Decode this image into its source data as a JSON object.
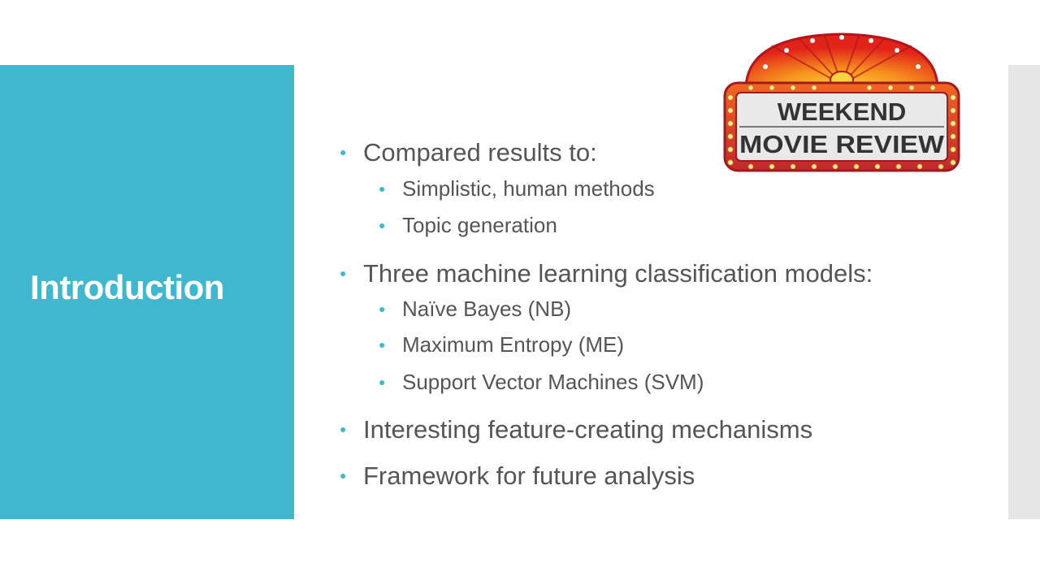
{
  "slide": {
    "title": "Introduction",
    "logo_text": [
      "WEEKEND",
      "MOVIE REVIEW"
    ],
    "bullets": [
      {
        "text": "Compared results to:",
        "level": 1
      },
      {
        "text": "Simplistic, human methods",
        "level": 2
      },
      {
        "text": "Topic generation",
        "level": 2
      },
      {
        "text": "Three machine learning classification models:",
        "level": 1
      },
      {
        "text": "Naïve Bayes (NB)",
        "level": 2
      },
      {
        "text": "Maximum Entropy (ME)",
        "level": 2
      },
      {
        "text": "Support Vector Machines (SVM)",
        "level": 2
      },
      {
        "text": "Interesting feature-creating mechanisms",
        "level": 1
      },
      {
        "text": "Framework for future analysis",
        "level": 1
      }
    ]
  },
  "colors": {
    "accent": "#3fb7cf",
    "text": "#555555",
    "side_band": "#e6e6e6",
    "marquee_red": "#e2231a",
    "marquee_orange": "#f7931e"
  },
  "icons": {
    "bullet": "round-bullet-icon",
    "logo": "weekend-movie-review-marquee-logo"
  }
}
